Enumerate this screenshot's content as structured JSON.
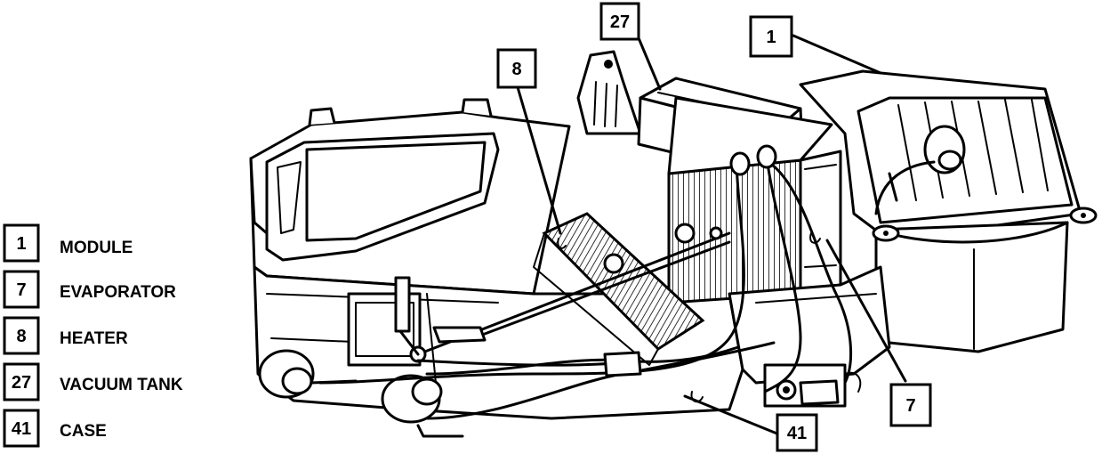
{
  "legend": [
    {
      "num": "1",
      "label": "MODULE"
    },
    {
      "num": "7",
      "label": "EVAPORATOR"
    },
    {
      "num": "8",
      "label": "HEATER"
    },
    {
      "num": "27",
      "label": "VACUUM TANK"
    },
    {
      "num": "41",
      "label": "CASE"
    }
  ],
  "callouts": {
    "c27": "27",
    "c1": "1",
    "c8": "8",
    "c7": "7",
    "c41": "41"
  }
}
